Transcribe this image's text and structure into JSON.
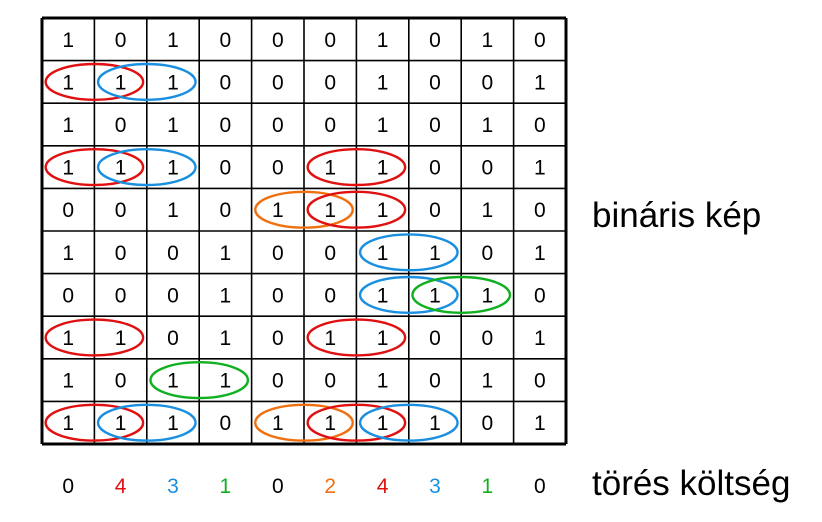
{
  "labels": {
    "binary_image": "bináris kép",
    "break_cost": "törés költség"
  },
  "grid": [
    [
      "1",
      "0",
      "1",
      "0",
      "0",
      "0",
      "1",
      "0",
      "1",
      "0"
    ],
    [
      "1",
      "1",
      "1",
      "0",
      "0",
      "0",
      "1",
      "0",
      "0",
      "1"
    ],
    [
      "1",
      "0",
      "1",
      "0",
      "0",
      "0",
      "1",
      "0",
      "1",
      "0"
    ],
    [
      "1",
      "1",
      "1",
      "0",
      "0",
      "1",
      "1",
      "0",
      "0",
      "1"
    ],
    [
      "0",
      "0",
      "1",
      "0",
      "1",
      "1",
      "1",
      "0",
      "1",
      "0"
    ],
    [
      "1",
      "0",
      "0",
      "1",
      "0",
      "0",
      "1",
      "1",
      "0",
      "1"
    ],
    [
      "0",
      "0",
      "0",
      "1",
      "0",
      "0",
      "1",
      "1",
      "1",
      "0"
    ],
    [
      "1",
      "1",
      "0",
      "1",
      "0",
      "1",
      "1",
      "0",
      "0",
      "1"
    ],
    [
      "1",
      "0",
      "1",
      "1",
      "0",
      "0",
      "1",
      "0",
      "1",
      "0"
    ],
    [
      "1",
      "1",
      "1",
      "0",
      "1",
      "1",
      "1",
      "1",
      "0",
      "1"
    ]
  ],
  "costs": [
    "0",
    "4",
    "3",
    "1",
    "0",
    "2",
    "4",
    "3",
    "1",
    "0"
  ],
  "colors": {
    "red": "#e01010",
    "blue": "#1a8fe0",
    "green": "#10b020",
    "orange": "#f07010",
    "black": "#000000"
  },
  "cost_colors": [
    "black",
    "red",
    "blue",
    "green",
    "black",
    "orange",
    "red",
    "blue",
    "green",
    "black"
  ],
  "pairs": [
    {
      "row": 1,
      "col": 0,
      "color": "red"
    },
    {
      "row": 1,
      "col": 1,
      "color": "blue"
    },
    {
      "row": 3,
      "col": 0,
      "color": "red"
    },
    {
      "row": 3,
      "col": 1,
      "color": "blue"
    },
    {
      "row": 3,
      "col": 5,
      "color": "red"
    },
    {
      "row": 4,
      "col": 4,
      "color": "orange"
    },
    {
      "row": 4,
      "col": 5,
      "color": "red"
    },
    {
      "row": 5,
      "col": 6,
      "color": "blue"
    },
    {
      "row": 6,
      "col": 6,
      "color": "blue"
    },
    {
      "row": 6,
      "col": 7,
      "color": "green"
    },
    {
      "row": 7,
      "col": 0,
      "color": "red"
    },
    {
      "row": 7,
      "col": 5,
      "color": "red"
    },
    {
      "row": 8,
      "col": 2,
      "color": "green"
    },
    {
      "row": 9,
      "col": 0,
      "color": "red"
    },
    {
      "row": 9,
      "col": 1,
      "color": "blue"
    },
    {
      "row": 9,
      "col": 4,
      "color": "orange"
    },
    {
      "row": 9,
      "col": 5,
      "color": "red"
    },
    {
      "row": 9,
      "col": 6,
      "color": "blue"
    }
  ]
}
